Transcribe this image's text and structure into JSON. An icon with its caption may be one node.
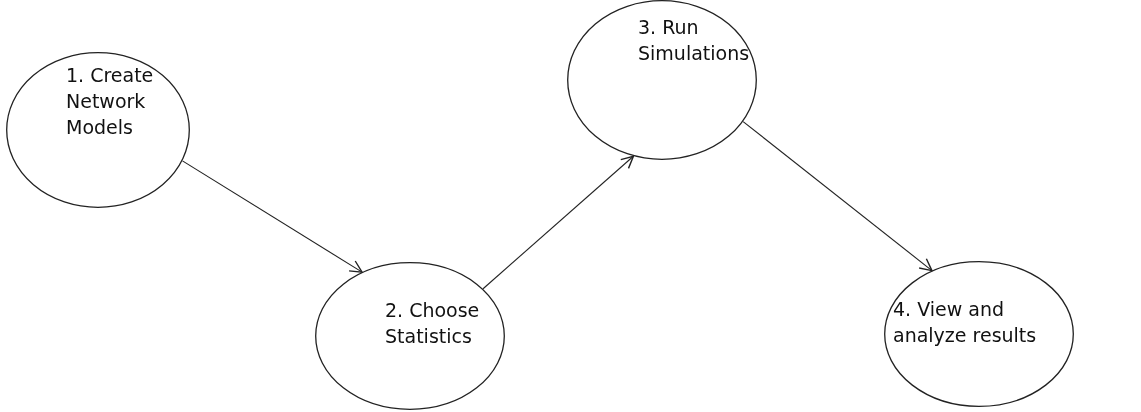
{
  "diagram": {
    "nodes": [
      {
        "text": [
          "1. Create Network Models"
        ]
      },
      {
        "text": [
          "2. Choose Statistics"
        ]
      },
      {
        "text": [
          "3. Run Simulations"
        ]
      },
      {
        "text": [
          "4. View and analyze results"
        ]
      }
    ],
    "edges": [
      {
        "from": 0,
        "to": 1,
        "arrow": "to"
      },
      {
        "from": 1,
        "to": 2,
        "arrow": "to"
      },
      {
        "from": 2,
        "to": 3,
        "arrow": "to"
      }
    ]
  }
}
